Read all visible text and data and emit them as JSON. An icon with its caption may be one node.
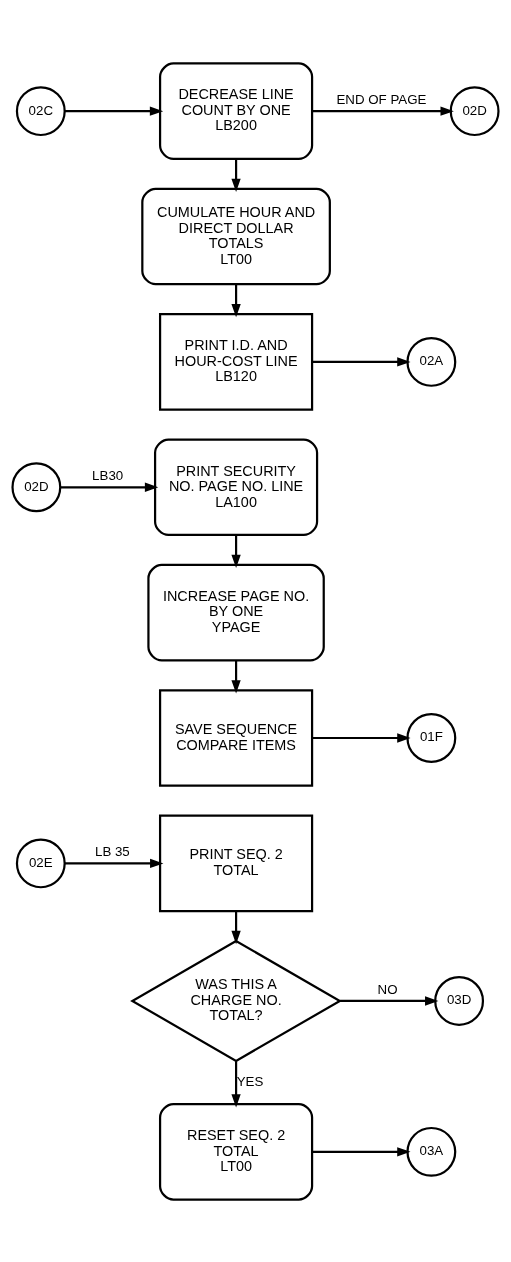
{
  "diagram": {
    "nodes": [
      {
        "text": [
          "02C"
        ]
      },
      {
        "text": [
          "DECREASE LINE COUNT BY ONE",
          "LB200"
        ]
      },
      {
        "text": [
          "02D"
        ]
      },
      {
        "text": [
          "CUMULATE HOUR AND DIRECT DOLLAR TOTALS",
          "LT00"
        ]
      },
      {
        "text": [
          "PRINT I.D. AND HOUR-COST LINE",
          "LB120"
        ]
      },
      {
        "text": [
          "02A"
        ]
      },
      {
        "text": [
          "02D"
        ]
      },
      {
        "text": [
          "PRINT SECURITY NO. PAGE NO. LINE",
          "LA100"
        ]
      },
      {
        "text": [
          "INCREASE PAGE NO. BY ONE",
          "YPAGE"
        ]
      },
      {
        "text": [
          "SAVE SEQUENCE COMPARE ITEMS"
        ]
      },
      {
        "text": [
          "01F"
        ]
      },
      {
        "text": [
          "02E"
        ]
      },
      {
        "text": [
          "PRINT SEQ. 2 TOTAL"
        ]
      },
      {
        "text": [
          "WAS THIS A CHARGE NO. TOTAL?"
        ]
      },
      {
        "text": [
          "03D"
        ]
      },
      {
        "text": [
          "RESET SEQ. 2 TOTAL",
          "LT00"
        ]
      },
      {
        "text": [
          "03A"
        ]
      }
    ],
    "edges": [
      {
        "from": 0,
        "to": 1,
        "arrow": "to"
      },
      {
        "from": 1,
        "to": 2,
        "arrow": "to",
        "label": "END OF PAGE"
      },
      {
        "from": 1,
        "to": 3,
        "arrow": "to"
      },
      {
        "from": 3,
        "to": 4,
        "arrow": "to"
      },
      {
        "from": 4,
        "to": 5,
        "arrow": "to"
      },
      {
        "from": 6,
        "to": 7,
        "arrow": "to",
        "label": "LB30"
      },
      {
        "from": 7,
        "to": 8,
        "arrow": "to"
      },
      {
        "from": 8,
        "to": 9,
        "arrow": "to"
      },
      {
        "from": 9,
        "to": 10,
        "arrow": "to"
      },
      {
        "from": 11,
        "to": 12,
        "arrow": "to",
        "label": "LB 35"
      },
      {
        "from": 12,
        "to": 13,
        "arrow": "to"
      },
      {
        "from": 13,
        "to": 14,
        "arrow": "to",
        "label": "NO"
      },
      {
        "from": 13,
        "to": 15,
        "arrow": "to",
        "label": "YES"
      },
      {
        "from": 15,
        "to": 16,
        "arrow": "to"
      }
    ]
  }
}
